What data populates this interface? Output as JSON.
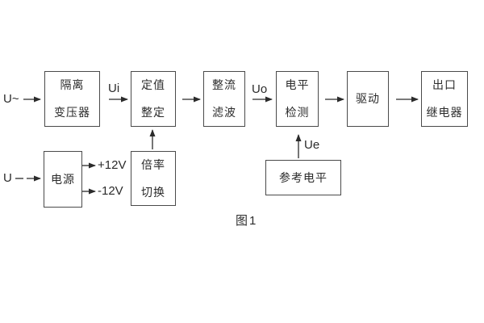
{
  "diagram": {
    "caption": "图1",
    "inputs": {
      "ac": "U~",
      "dc": "U –"
    },
    "signals": {
      "ui": "Ui",
      "uo": "Uo",
      "ue": "Ue",
      "plus12v": "+12V",
      "minus12v": "-12V"
    },
    "blocks": {
      "isolation_transformer": {
        "lines": [
          "隔离",
          "变压器"
        ]
      },
      "value_setting": {
        "lines": [
          "定值",
          "整定"
        ]
      },
      "rectifier_filter": {
        "lines": [
          "整流",
          "滤波"
        ]
      },
      "level_detection": {
        "lines": [
          "电平",
          "检测"
        ]
      },
      "drive": {
        "lines": [
          "驱动"
        ]
      },
      "output_relay": {
        "lines": [
          "出口",
          "继电器"
        ]
      },
      "power_supply": {
        "lines": [
          "电源"
        ]
      },
      "ratio_switch": {
        "lines": [
          "倍率",
          "切换"
        ]
      },
      "reference_level": {
        "lines": [
          "参考电平"
        ]
      }
    },
    "colors": {
      "background": "#ffffff",
      "box_border": "#4a4a4a",
      "text": "#2b2b2b",
      "arrow": "#2b2b2b"
    }
  }
}
